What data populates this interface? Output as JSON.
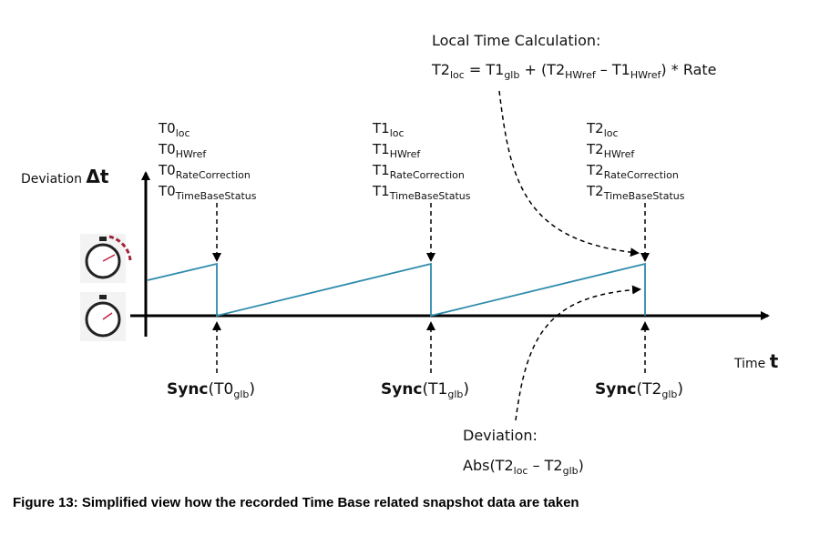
{
  "axes": {
    "y_label_prefix": "Deviation ",
    "y_symbol": "Δt",
    "x_label_prefix": "Time ",
    "x_symbol": "t"
  },
  "snapshots": [
    {
      "base": "T0",
      "loc": "loc",
      "hwref": "HWref",
      "rate": "RateCorrection",
      "status": "TimeBaseStatus"
    },
    {
      "base": "T1",
      "loc": "loc",
      "hwref": "HWref",
      "rate": "RateCorrection",
      "status": "TimeBaseStatus"
    },
    {
      "base": "T2",
      "loc": "loc",
      "hwref": "HWref",
      "rate": "RateCorrection",
      "status": "TimeBaseStatus"
    }
  ],
  "syncs": [
    {
      "word": "Sync",
      "open": "(T0",
      "sub": "glb",
      "close": ")"
    },
    {
      "word": "Sync",
      "open": "(T1",
      "sub": "glb",
      "close": ")"
    },
    {
      "word": "Sync",
      "open": "(T2",
      "sub": "glb",
      "close": ")"
    }
  ],
  "local_calc": {
    "title": "Local Time Calculation:",
    "f1": "T2",
    "f1s": "loc",
    "f2": " = T1",
    "f2s": "glb",
    "f3": " + (T2",
    "f3s": "HWref",
    "f4": " – T1",
    "f4s": "HWref",
    "f5": ") * Rate"
  },
  "deviation": {
    "title": "Deviation:",
    "f1": "Abs(T2",
    "f1s": "loc",
    "f2": " – T2",
    "f2s": "glb",
    "f3": ")"
  },
  "caption": "Figure 13: Simplified view how the recorded Time Base related snapshot data are taken",
  "colors": {
    "ramp": "#2e8bab",
    "axis": "#000000",
    "arc": "#a0203a"
  },
  "icons": [
    "stopwatch-fast-icon",
    "stopwatch-icon"
  ]
}
